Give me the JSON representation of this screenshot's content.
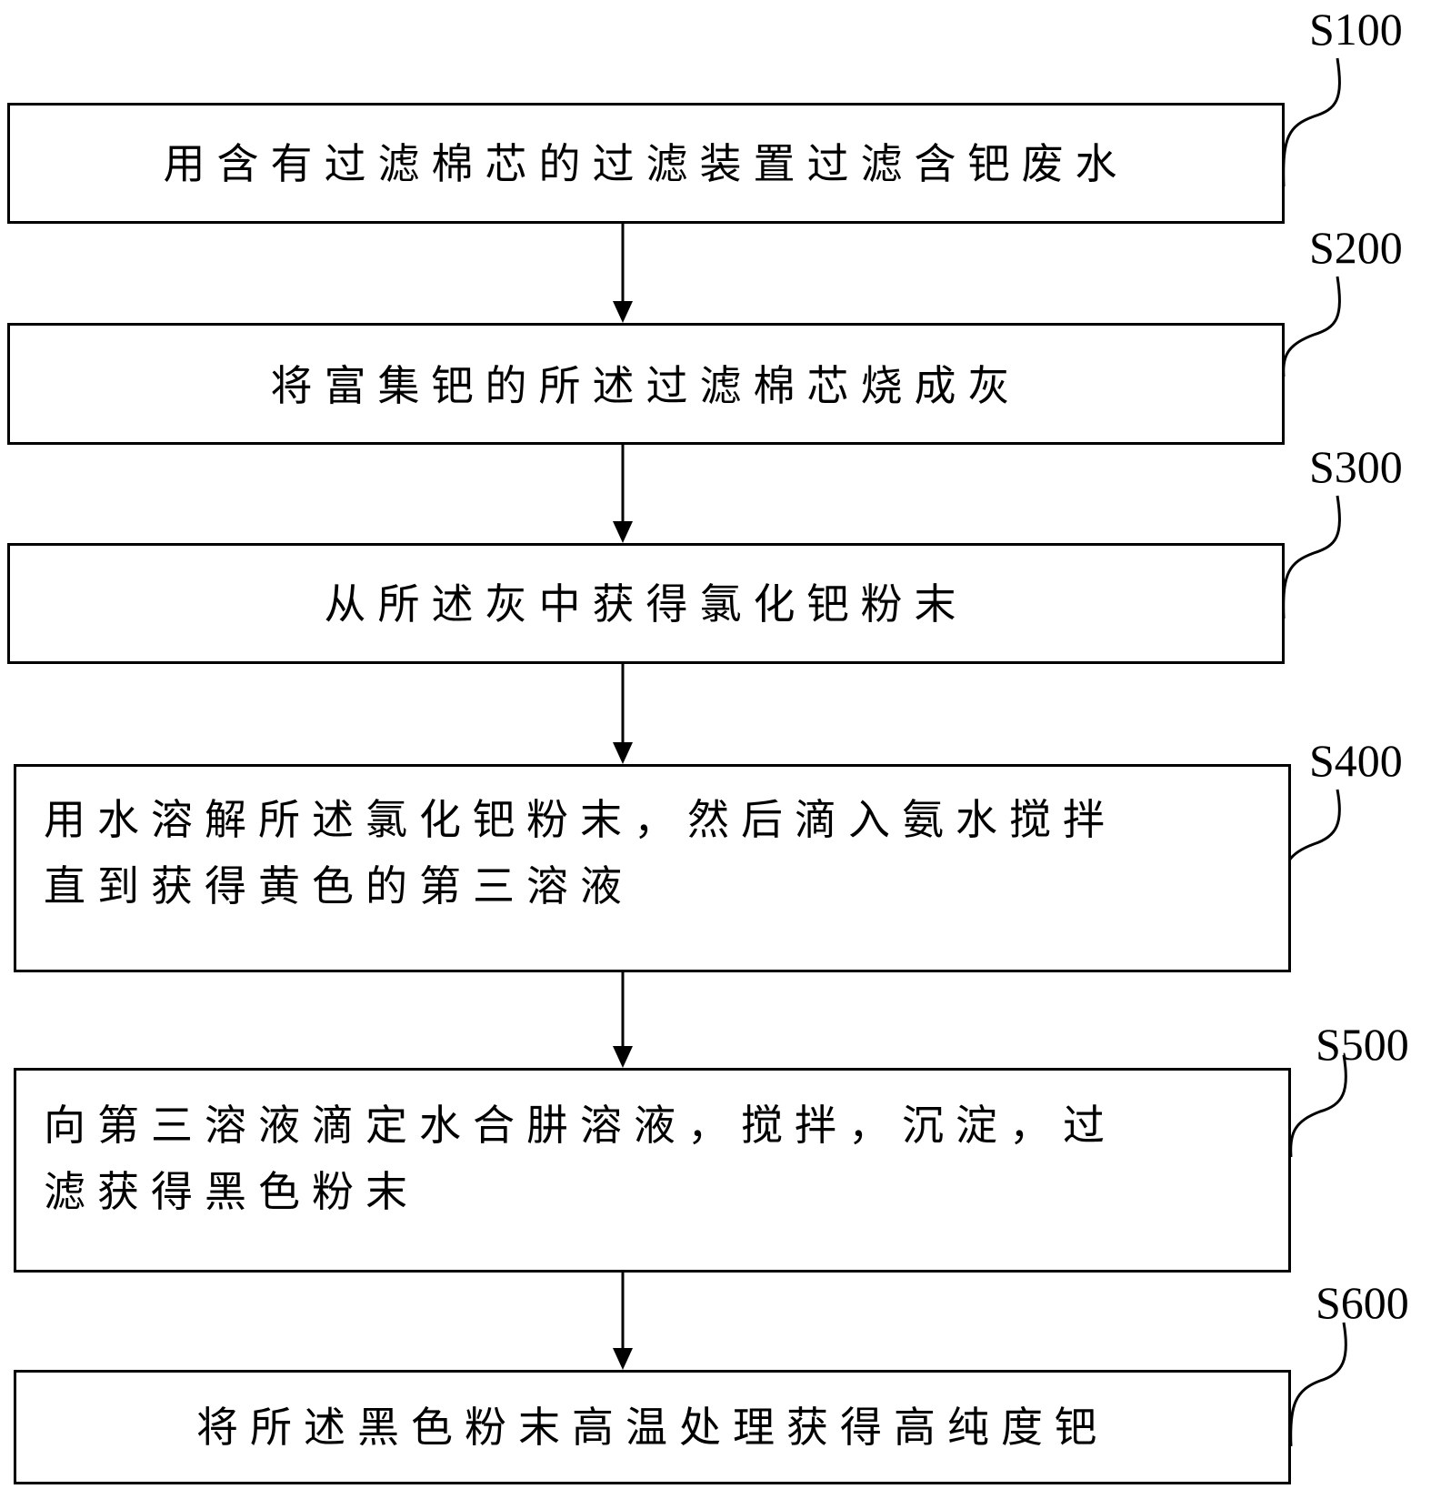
{
  "diagram": {
    "steps": [
      {
        "id": "S100",
        "text": "用含有过滤棉芯的过滤装置过滤含钯废水"
      },
      {
        "id": "S200",
        "text": "将富集钯的所述过滤棉芯烧成灰"
      },
      {
        "id": "S300",
        "text": "从所述灰中获得氯化钯粉末"
      },
      {
        "id": "S400",
        "text": "用水溶解所述氯化钯粉末，然后滴入氨水搅拌\n直到获得黄色的第三溶液"
      },
      {
        "id": "S500",
        "text": "向第三溶液滴定水合肼溶液，搅拌，沉淀，过\n滤获得黑色粉末"
      },
      {
        "id": "S600",
        "text": "将所述黑色粉末高温处理获得高纯度钯"
      }
    ]
  }
}
